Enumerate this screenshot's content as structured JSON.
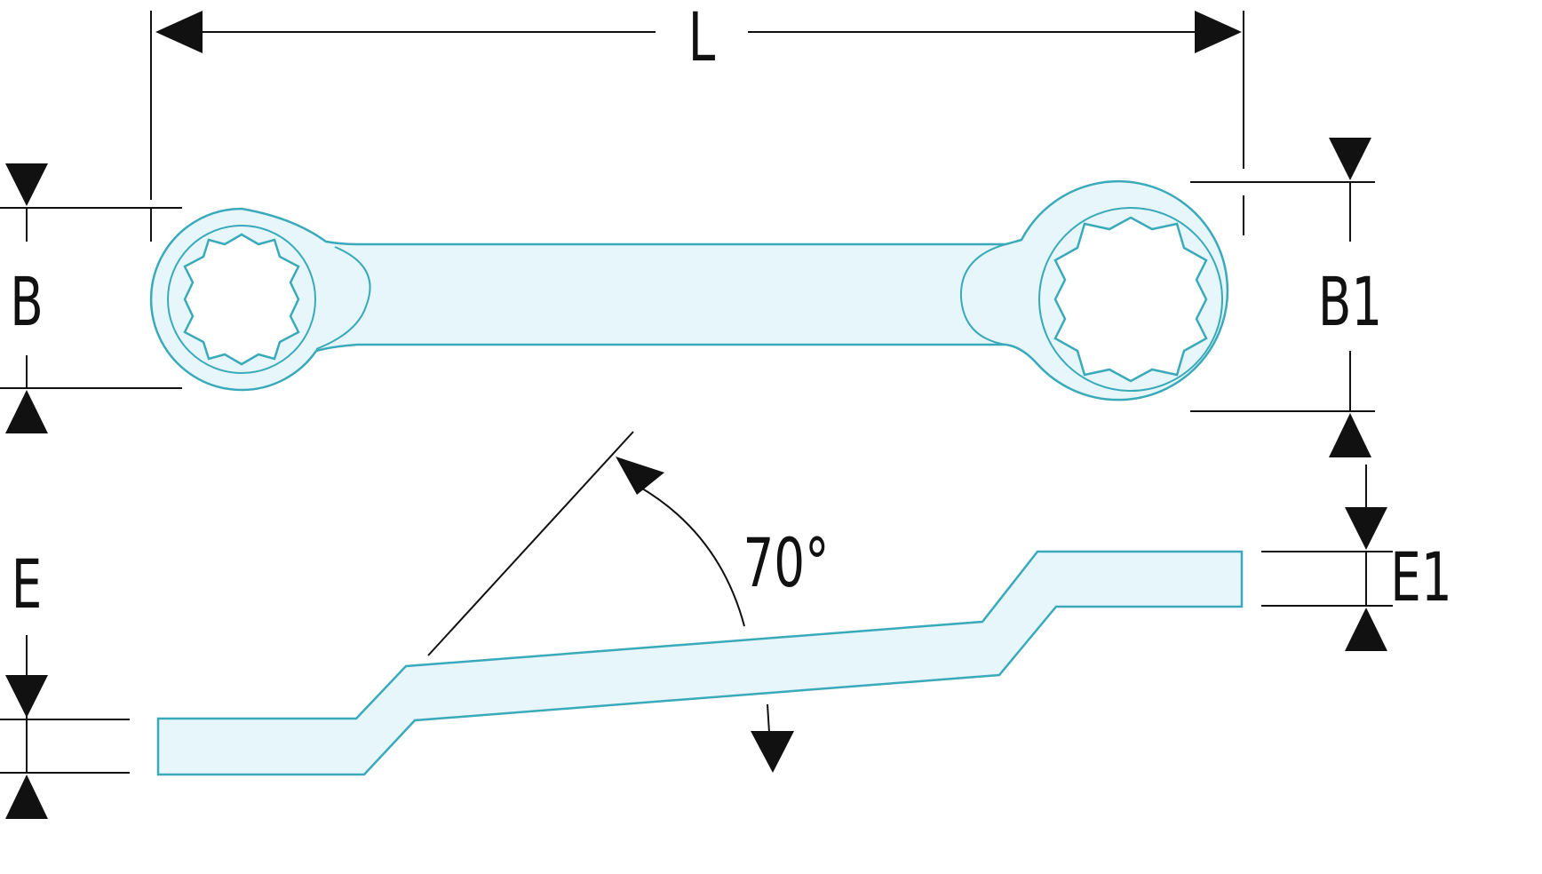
{
  "diagram": {
    "labels": {
      "length": "L",
      "width_left": "B",
      "width_right": "B1",
      "thickness_left": "E",
      "thickness_right": "E1",
      "angle": "70°"
    },
    "colors": {
      "line": "#111111",
      "wrench_outline": "#3aaabb",
      "wrench_fill": "#e6f6fa",
      "background": "#ffffff"
    }
  }
}
